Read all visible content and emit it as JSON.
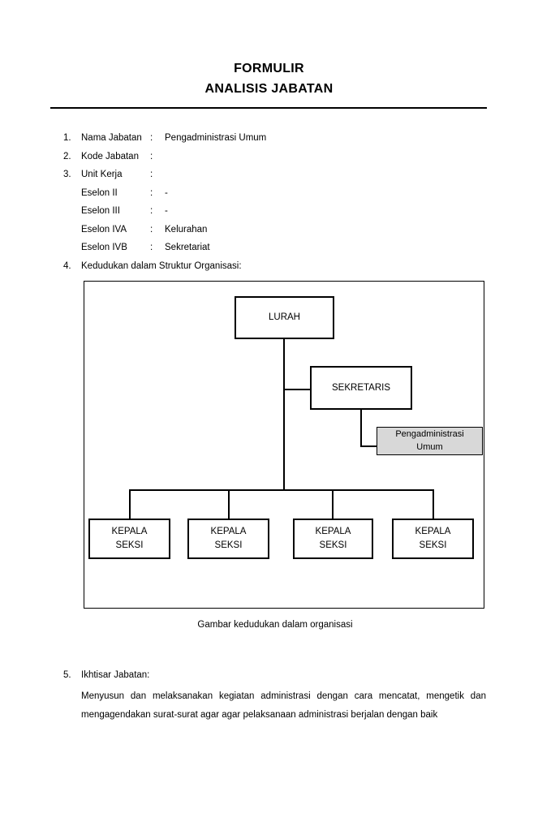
{
  "header": {
    "title_line1": "FORMULIR",
    "title_line2": "ANALISIS JABATAN"
  },
  "form": {
    "colon_char": ":",
    "items": [
      {
        "num": "1.",
        "label": "Nama Jabatan",
        "value": "Pengadministrasi Umum"
      },
      {
        "num": "2.",
        "label": "Kode Jabatan",
        "value": ""
      },
      {
        "num": "3.",
        "label": "Unit Kerja",
        "value": ""
      },
      {
        "num": "",
        "label": "Eselon II",
        "value": "-"
      },
      {
        "num": "",
        "label": "Eselon III",
        "value": "-"
      },
      {
        "num": "",
        "label": "Eselon IVA",
        "value": "Kelurahan"
      },
      {
        "num": "",
        "label": "Eselon IVB",
        "value": "Sekretariat"
      },
      {
        "num": "4.",
        "label": "Kedudukan dalam Struktur Organisasi:"
      }
    ]
  },
  "diagram": {
    "caption": "Gambar kedudukan dalam organisasi",
    "boxes": {
      "lurah": "LURAH",
      "sekretaris": "SEKRETARIS",
      "pengadministrasi_line1": "Pengadministrasi",
      "pengadministrasi_line2": "Umum",
      "kepala_line1": "KEPALA",
      "kepala_line2": "SEKSI"
    },
    "colors": {
      "highlight_box_bg": "#d8d8d8",
      "line_color": "#000000"
    }
  },
  "section5": {
    "num": "5.",
    "heading": "Ikhtisar Jabatan:",
    "body": "Menyusun dan melaksanakan kegiatan administrasi dengan cara mencatat, mengetik dan mengagendakan surat-surat agar agar pelaksanaan administrasi berjalan dengan baik"
  }
}
